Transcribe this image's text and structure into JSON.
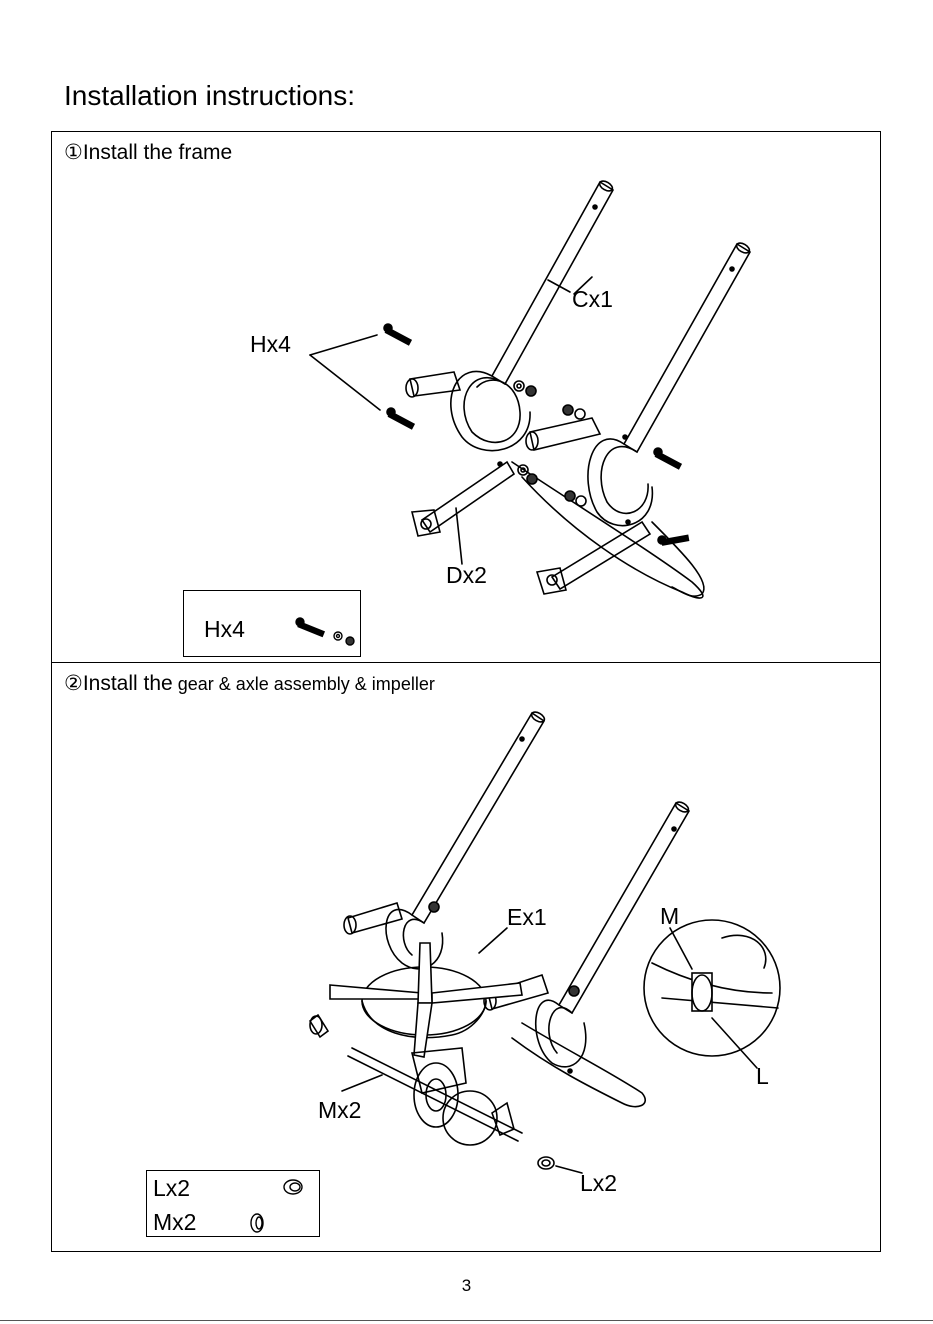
{
  "page": {
    "heading": "Installation instructions:",
    "page_number": "3"
  },
  "step1": {
    "number": "①",
    "title": "Install the frame",
    "labels": {
      "c": "Cx1",
      "h": "Hx4",
      "d": "Dx2"
    },
    "legend": {
      "h": "Hx4"
    }
  },
  "step2": {
    "number": "②",
    "title_main": "Install the",
    "title_sub": " gear & axle assembly & impeller",
    "labels": {
      "e": "Ex1",
      "m": "M",
      "l": "L",
      "mx": "Mx2",
      "lx": "Lx2"
    },
    "legend": {
      "l": "Lx2",
      "m": "Mx2"
    }
  }
}
